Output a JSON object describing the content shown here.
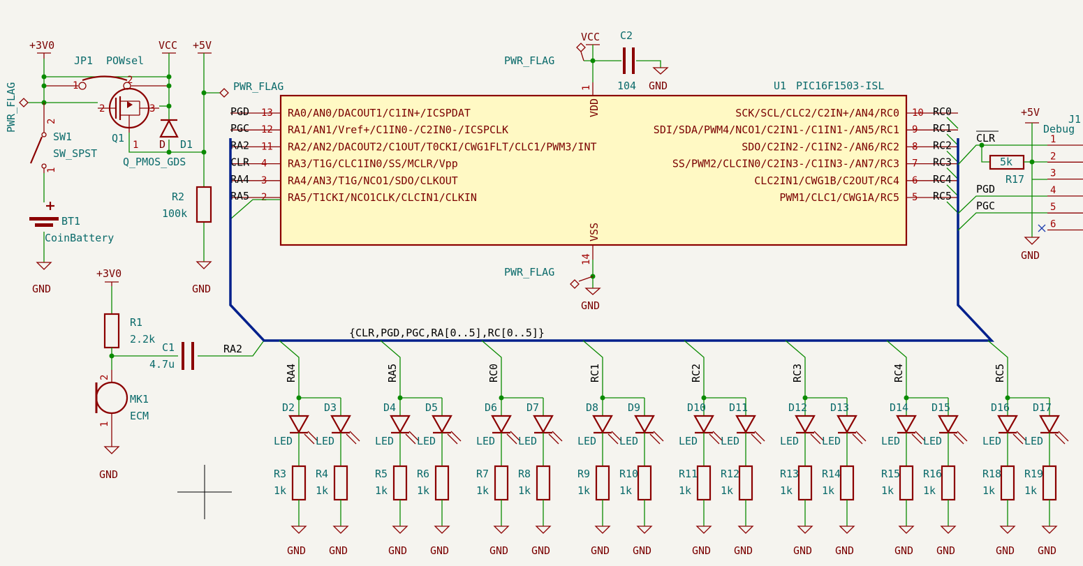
{
  "power": {
    "p3v0": "+3V0",
    "vcc": "VCC",
    "p5v": "+5V",
    "gnd": "GND",
    "pwr_flag": "PWR_FLAG"
  },
  "components": {
    "jp1": {
      "ref": "JP1",
      "value": "POWsel"
    },
    "q1": {
      "ref": "Q1",
      "value": "Q_PMOS_GDS"
    },
    "d1": {
      "ref": "D1",
      "pin_d": "D"
    },
    "sw1": {
      "ref": "SW1",
      "value": "SW_SPST"
    },
    "bt1": {
      "ref": "BT1",
      "value": "CoinBattery"
    },
    "r2": {
      "ref": "R2",
      "value": "100k"
    },
    "r1": {
      "ref": "R1",
      "value": "2.2k"
    },
    "c1": {
      "ref": "C1",
      "value": "4.7u"
    },
    "mk1": {
      "ref": "MK1",
      "value": "ECM"
    },
    "c2": {
      "ref": "C2",
      "value": "104"
    },
    "u1": {
      "ref": "U1",
      "value": "PIC16F1503-ISL",
      "vdd": "VDD",
      "vss": "VSS"
    },
    "r17": {
      "ref": "R17",
      "value": "5k"
    },
    "j1": {
      "ref": "J1",
      "value": "Debug"
    }
  },
  "pin_numbers": {
    "jp1_1": "1",
    "jp1_2": "2",
    "q1_2": "2",
    "q1_3": "3",
    "q1_1": "1",
    "sw1_2": "2",
    "sw1_1": "1",
    "u1_vdd": "1",
    "u1_vss": "14",
    "mk1_1": "1",
    "mk1_2": "2"
  },
  "u1_left_pins": [
    {
      "num": "13",
      "name": "RA0/AN0/DACOUT1/C1IN+/ICSPDAT",
      "net": "PGD"
    },
    {
      "num": "12",
      "name": "RA1/AN1/Vref+/C1IN0-/C2IN0-/ICSPCLK",
      "net": "PGC"
    },
    {
      "num": "11",
      "name": "RA2/AN2/DACOUT2/C1OUT/T0CKI/CWG1FLT/CLC1/PWM3/INT",
      "net": "RA2"
    },
    {
      "num": "4",
      "name": "RA3/T1G/CLC1IN0/SS/MCLR/Vpp",
      "net": "CLR"
    },
    {
      "num": "3",
      "name": "RA4/AN3/T1G/NCO1/SDO/CLKOUT",
      "net": "RA4"
    },
    {
      "num": "2",
      "name": "RA5/T1CKI/NCO1CLK/CLCIN1/CLKIN",
      "net": "RA5"
    }
  ],
  "u1_right_pins": [
    {
      "num": "10",
      "name": "SCK/SCL/CLC2/C2IN+/AN4/RC0",
      "net": "RC0"
    },
    {
      "num": "9",
      "name": "SDI/SDA/PWM4/NCO1/C2IN1-/C1IN1-/AN5/RC1",
      "net": "RC1"
    },
    {
      "num": "8",
      "name": "SDO/C2IN2-/C1IN2-/AN6/RC2",
      "net": "RC2"
    },
    {
      "num": "7",
      "name": "SS/PWM2/CLCIN0/C2IN3-/C1IN3-/AN7/RC3",
      "net": "RC3"
    },
    {
      "num": "6",
      "name": "CLC2IN1/CWG1B/C2OUT/RC4",
      "net": "RC4"
    },
    {
      "num": "5",
      "name": "PWM1/CLC1/CWG1A/RC5",
      "net": "RC5"
    }
  ],
  "j1_pins": [
    "1",
    "2",
    "3",
    "4",
    "5",
    "6"
  ],
  "nets": {
    "clr": "CLR",
    "pgd": "PGD",
    "pgc": "PGC",
    "ra2": "RA2"
  },
  "bus_label": "{CLR,PGD,PGC,RA[0..5],RC[0..5]}",
  "led_groups": [
    {
      "net": "RA4",
      "da": "D2",
      "db": "D3",
      "ra": "R3",
      "rb": "R4"
    },
    {
      "net": "RA5",
      "da": "D4",
      "db": "D5",
      "ra": "R5",
      "rb": "R6"
    },
    {
      "net": "RC0",
      "da": "D6",
      "db": "D7",
      "ra": "R7",
      "rb": "R8"
    },
    {
      "net": "RC1",
      "da": "D8",
      "db": "D9",
      "ra": "R9",
      "rb": "R10"
    },
    {
      "net": "RC2",
      "da": "D10",
      "db": "D11",
      "ra": "R11",
      "rb": "R12"
    },
    {
      "net": "RC3",
      "da": "D12",
      "db": "D13",
      "ra": "R13",
      "rb": "R14"
    },
    {
      "net": "RC4",
      "da": "D14",
      "db": "D15",
      "ra": "R15",
      "rb": "R16"
    },
    {
      "net": "RC5",
      "da": "D16",
      "db": "D17",
      "ra": "R18",
      "rb": "R19"
    }
  ],
  "led_value": "LED",
  "led_res_value": "1k",
  "colors": {
    "wire": "#0a8a00",
    "bus": "#00208c",
    "symbol": "#8b0000",
    "ic_fill": "#fff9c4",
    "reference": "#0a6a6a",
    "background": "#f5f4ef"
  }
}
